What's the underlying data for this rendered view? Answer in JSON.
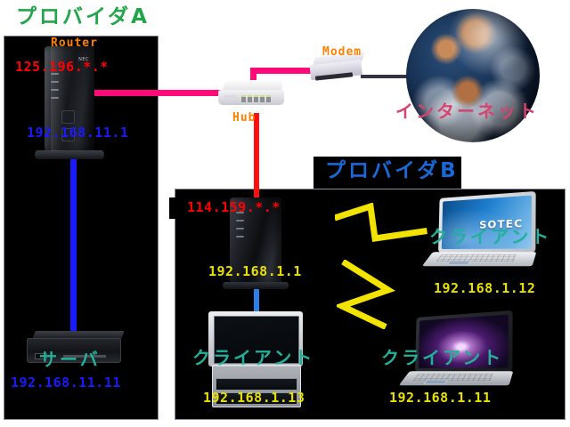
{
  "diagram": {
    "title_hidden": "Network topology diagram with two provider segments",
    "colors": {
      "provider_a_title": "#22a64a",
      "provider_b_title": "#1868d8",
      "global_ip": "#ff0000",
      "lan_ip_a": "#1a1aff",
      "lan_ip_b": "#e8e000",
      "client_tag": "#23b09a",
      "internet_tag": "#d6436e",
      "device_name": "#ff8000",
      "wan_link": "#ff0a78",
      "hub_link": "#ff1010",
      "lan_link_a": "#1a1aff",
      "lan_link_b": "#2a7fe8",
      "wireless": "#f2e400",
      "modem_link": "#323244",
      "panel_bg": "#000000",
      "panel_border": "#8a8a9e"
    }
  },
  "provider_a": {
    "title": "プロバイダA",
    "router": {
      "name": "Router",
      "global_ip": "125.196.*.*",
      "lan_ip": "192.168.11.1"
    },
    "server": {
      "tag": "サーバ",
      "ip": "192.168.11.11"
    }
  },
  "provider_b": {
    "title": "プロバイダB",
    "router": {
      "global_ip": "114.159.*.*",
      "lan_ip": "192.168.1.1"
    },
    "clients": [
      {
        "tag": "クライアント",
        "ip": "192.168.1.12",
        "brand": "SOTEC",
        "kind": "laptop-sotec"
      },
      {
        "tag": "クライアント",
        "ip": "192.168.1.11",
        "brand": "",
        "kind": "laptop-mac"
      },
      {
        "tag": "クライアント",
        "ip": "192.168.1.13",
        "brand": "",
        "kind": "tv-pc"
      }
    ]
  },
  "shared": {
    "hub": {
      "name": "Hub"
    },
    "modem": {
      "name": "Modem"
    },
    "internet": {
      "tag": "インターネット"
    }
  }
}
